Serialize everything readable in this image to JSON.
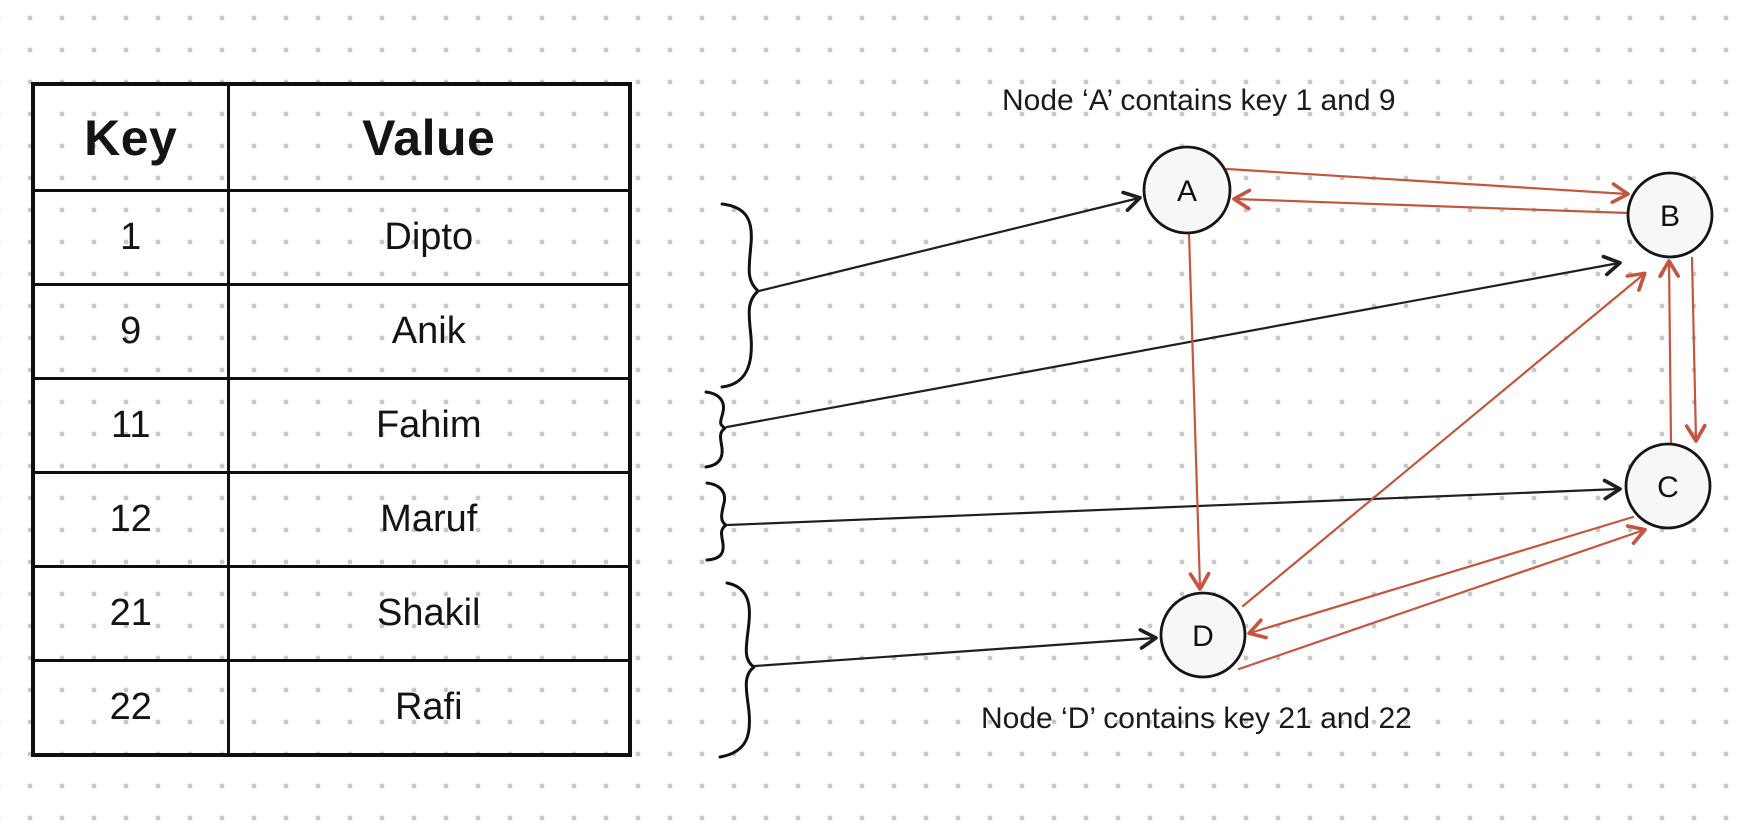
{
  "table": {
    "headers": [
      "Key",
      "Value"
    ],
    "rows": [
      {
        "key": "1",
        "value": "Dipto"
      },
      {
        "key": "9",
        "value": "Anik"
      },
      {
        "key": "11",
        "value": "Fahim"
      },
      {
        "key": "12",
        "value": "Maruf"
      },
      {
        "key": "21",
        "value": "Shakil"
      },
      {
        "key": "22",
        "value": "Rafi"
      }
    ]
  },
  "annotations": {
    "top": "Node ‘A’ contains key 1 and 9",
    "bottom": "Node ‘D’ contains key 21 and 22"
  },
  "graph": {
    "nodes": [
      {
        "label": "A",
        "contains_keys": [
          1,
          9
        ]
      },
      {
        "label": "B",
        "contains_keys": [
          11
        ]
      },
      {
        "label": "C",
        "contains_keys": [
          12
        ]
      },
      {
        "label": "D",
        "contains_keys": [
          21,
          22
        ]
      }
    ],
    "edges": [
      {
        "from": "A",
        "to": "B",
        "color": "red"
      },
      {
        "from": "B",
        "to": "A",
        "color": "red"
      },
      {
        "from": "A",
        "to": "D",
        "color": "red"
      },
      {
        "from": "D",
        "to": "B",
        "color": "red"
      },
      {
        "from": "B",
        "to": "C",
        "color": "red"
      },
      {
        "from": "C",
        "to": "B",
        "color": "red"
      },
      {
        "from": "C",
        "to": "D",
        "color": "red"
      },
      {
        "from": "D",
        "to": "C",
        "color": "red"
      }
    ],
    "key_mappings": [
      {
        "keys": "1, 9",
        "node": "A",
        "arrow_color": "black"
      },
      {
        "keys": "11",
        "node": "B",
        "arrow_color": "black"
      },
      {
        "keys": "12",
        "node": "C",
        "arrow_color": "black"
      },
      {
        "keys": "21, 22",
        "node": "D",
        "arrow_color": "black"
      }
    ]
  },
  "colors": {
    "arrow_black": "#1f1f1f",
    "arrow_red": "#c4553e",
    "node_fill": "#f7f7f7",
    "node_stroke": "#151515",
    "table_border": "#0f0f0f",
    "background_dot": "#c6c8c7",
    "background": "#ffffff"
  }
}
